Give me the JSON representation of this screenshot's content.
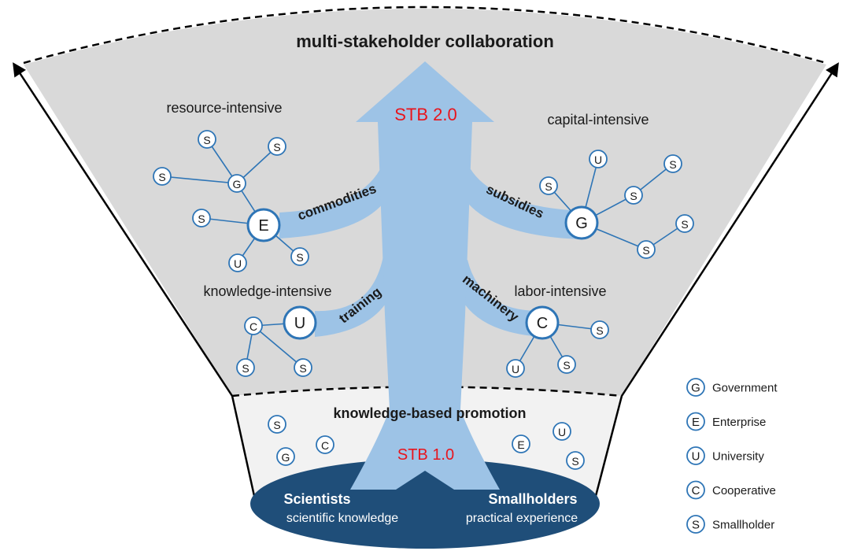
{
  "title": "multi-stakeholder collaboration",
  "lower_title": "knowledge-based promotion",
  "stb_top": "STB 2.0",
  "stb_bottom": "STB 1.0",
  "quadrants": {
    "resource": "resource-intensive",
    "capital": "capital-intensive",
    "knowledge": "knowledge-intensive",
    "labor": "labor-intensive"
  },
  "flows": {
    "commodities": "commodities",
    "subsidies": "subsidies",
    "training": "training",
    "machinery": "machinery"
  },
  "base": {
    "left_title": "Scientists",
    "left_sub": "scientific knowledge",
    "right_title": "Smallholders",
    "right_sub": "practical experience"
  },
  "letters": {
    "G": "G",
    "E": "E",
    "U": "U",
    "C": "C",
    "S": "S"
  },
  "legend": [
    {
      "letter": "G",
      "label": "Government"
    },
    {
      "letter": "E",
      "label": "Enterprise"
    },
    {
      "letter": "U",
      "label": "University"
    },
    {
      "letter": "C",
      "label": "Cooperative"
    },
    {
      "letter": "S",
      "label": "Smallholder"
    }
  ],
  "colors": {
    "funnel": "#d9d9d9",
    "lower": "#f2f2f2",
    "arrow": "#9dc3e6",
    "node_border": "#2e75b6",
    "base": "#1f4e79",
    "stb": "#e8141c"
  }
}
